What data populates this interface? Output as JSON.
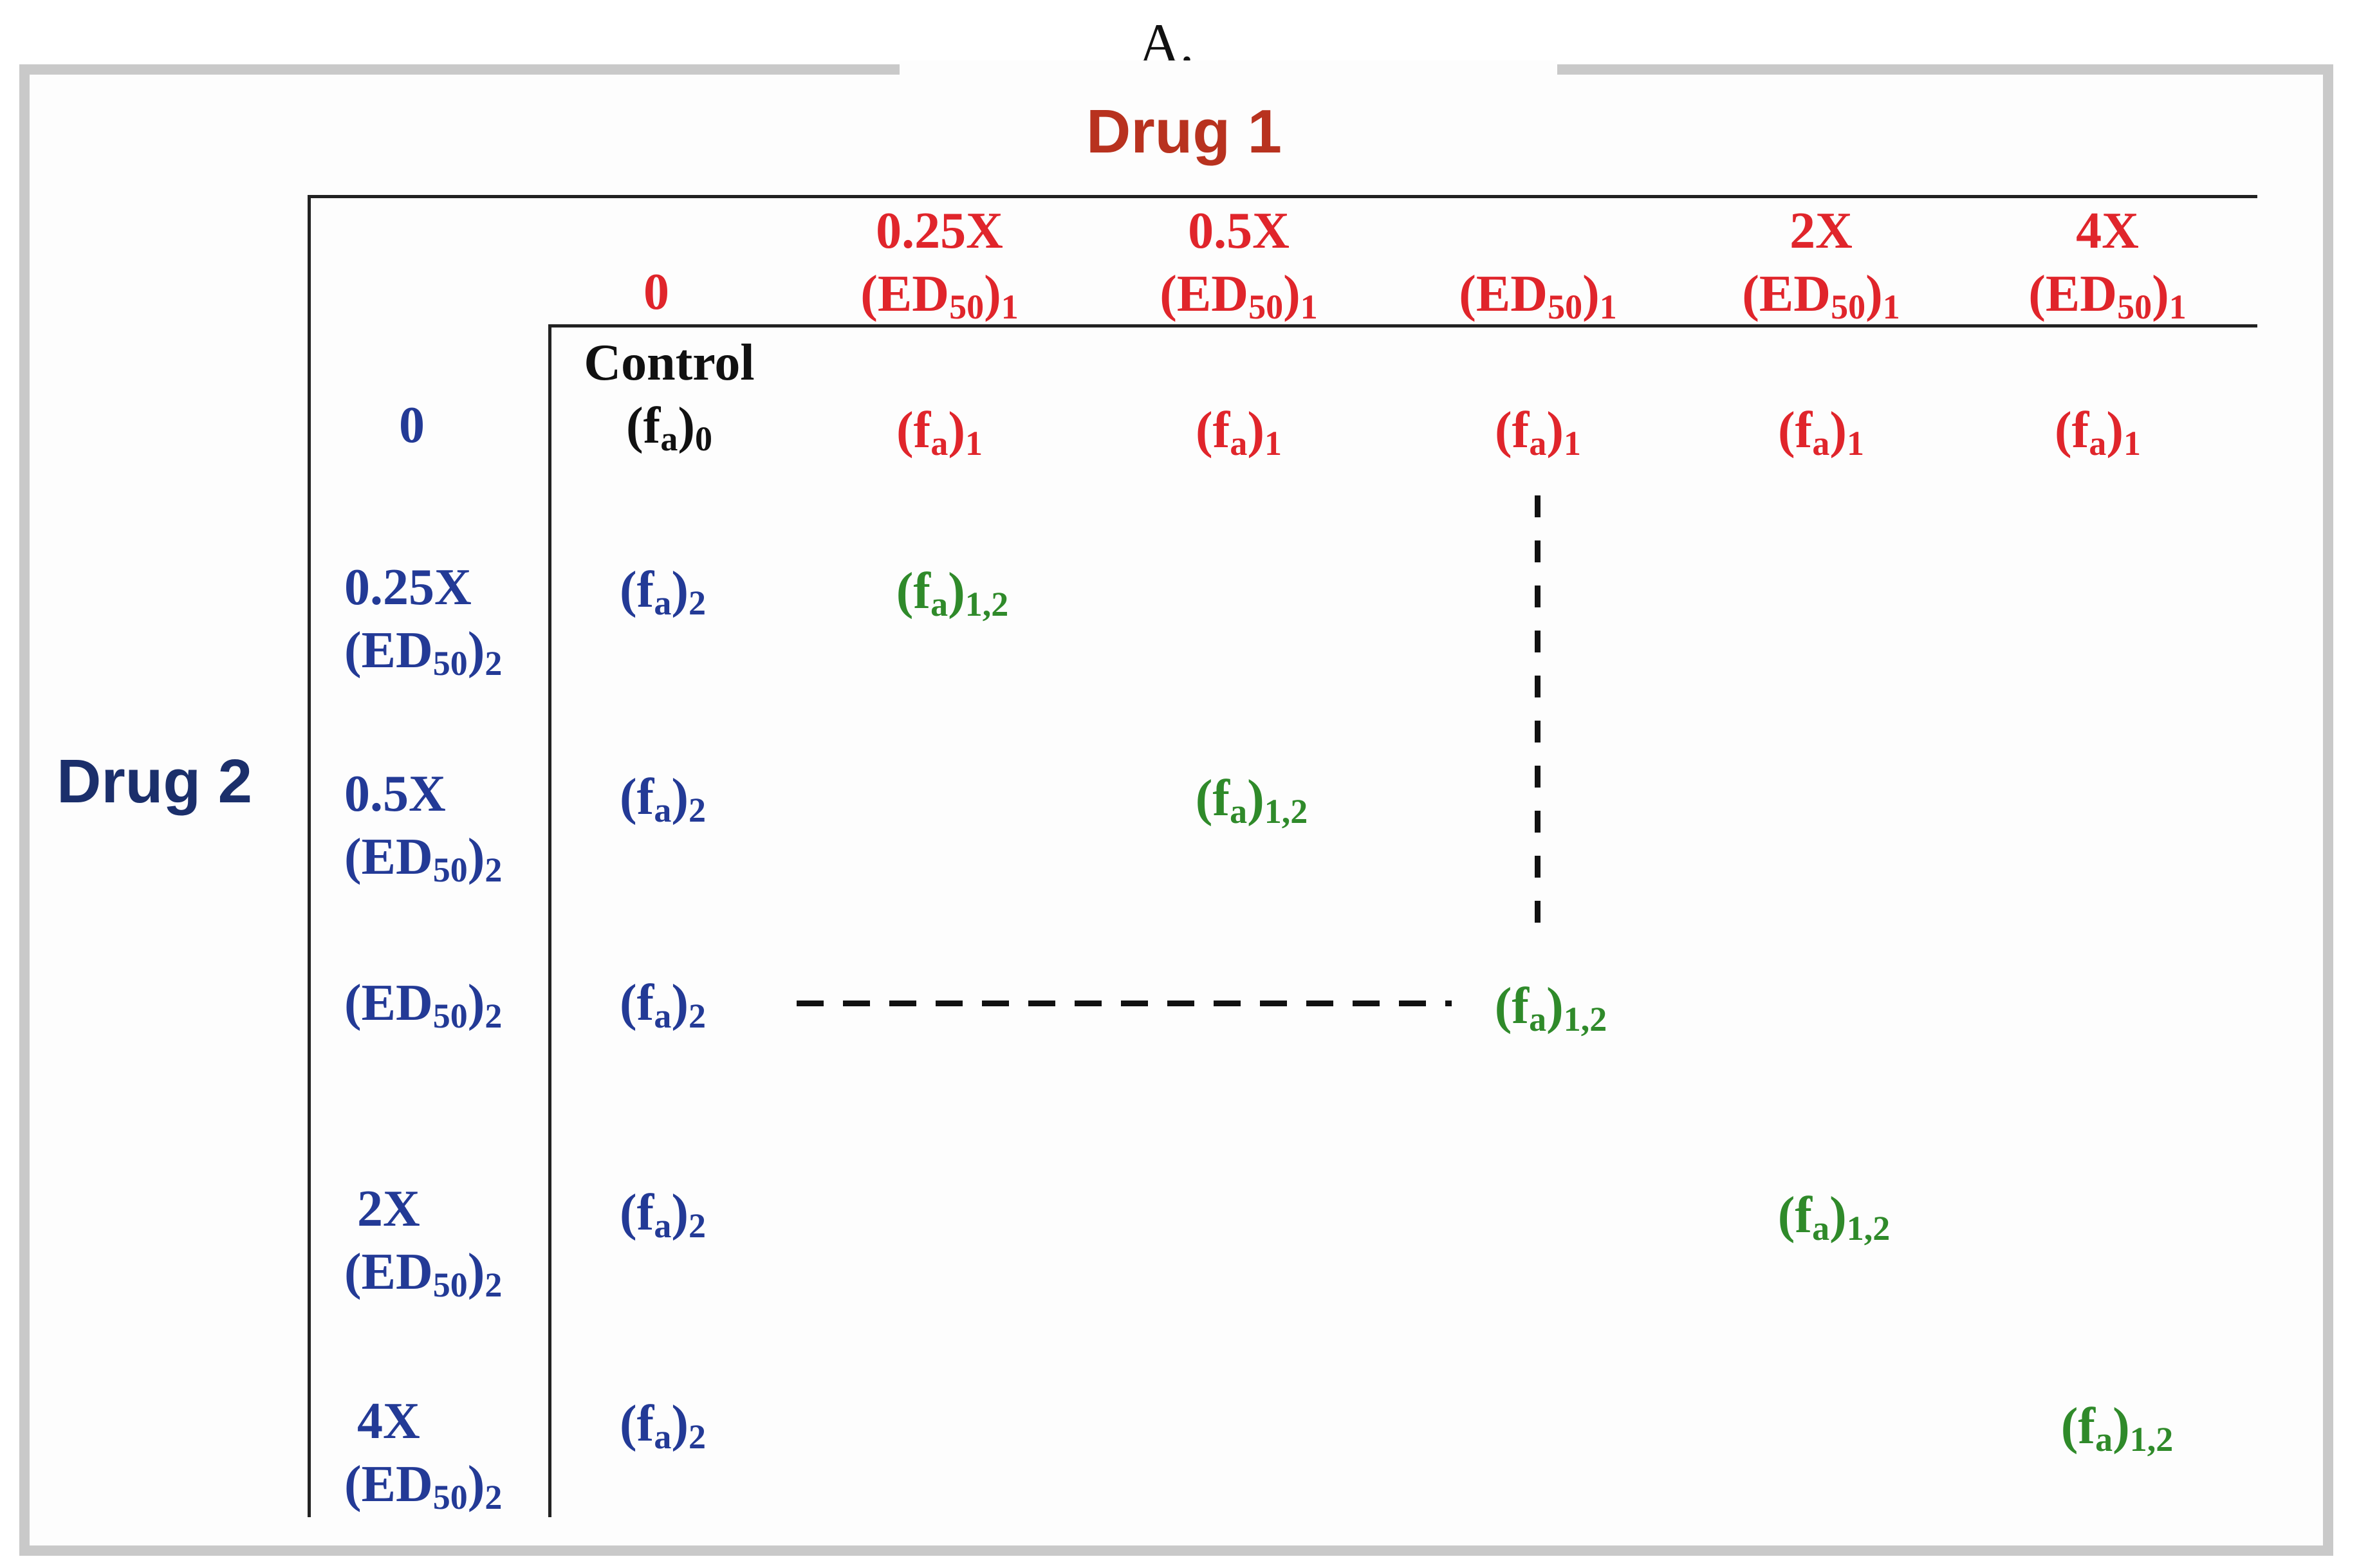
{
  "panel_label": "A.",
  "drug1_title": "Drug 1",
  "drug2_title": "Drug 2",
  "columns": [
    {
      "top": "",
      "main": "0",
      "sub": ""
    },
    {
      "top": "0.25X",
      "main": "(ED",
      "sub": "50",
      "tail": ")",
      "tailsub": "1"
    },
    {
      "top": "0.5X",
      "main": "(ED",
      "sub": "50",
      "tail": ")",
      "tailsub": "1"
    },
    {
      "top": "",
      "main": "(ED",
      "sub": "50",
      "tail": ")",
      "tailsub": "1"
    },
    {
      "top": "2X",
      "main": "(ED",
      "sub": "50",
      "tail": ")",
      "tailsub": "1"
    },
    {
      "top": "4X",
      "main": "(ED",
      "sub": "50",
      "tail": ")",
      "tailsub": "1"
    }
  ],
  "rows": [
    {
      "top": "0",
      "main": "",
      "sub": "",
      "tail": "",
      "tailsub": ""
    },
    {
      "top": "0.25X",
      "main": "(ED",
      "sub": "50",
      "tail": ")",
      "tailsub": "2"
    },
    {
      "top": "0.5X",
      "main": "(ED",
      "sub": "50",
      "tail": ")",
      "tailsub": "2"
    },
    {
      "top": "",
      "main": "(ED",
      "sub": "50",
      "tail": ")",
      "tailsub": "2"
    },
    {
      "top": "2X",
      "main": "(ED",
      "sub": "50",
      "tail": ")",
      "tailsub": "2"
    },
    {
      "top": "4X",
      "main": "(ED",
      "sub": "50",
      "tail": ")",
      "tailsub": "2"
    }
  ],
  "control_label": "Control",
  "fa": {
    "open": "(f",
    "a": "a",
    "close": ")",
    "sub0": "0",
    "sub1": "1",
    "sub2": "2",
    "sub12": "1,2"
  }
}
